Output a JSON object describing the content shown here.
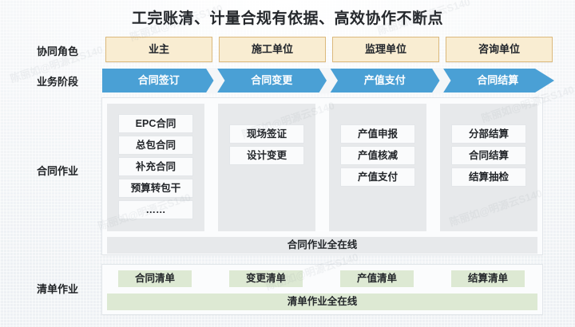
{
  "title": "工完账清、计量合规有依据、高效协作不断点",
  "row_labels": {
    "role": "协同角色",
    "stage": "业务阶段",
    "contract": "合同作业",
    "list": "清单作业"
  },
  "colors": {
    "stage_blue": "#4aa0d5",
    "role_fill": "#f9edd2",
    "role_border": "#dcb97c",
    "column_gray": "#e7e9eb",
    "list_green": "#dde9d3",
    "background": "#f3f5f7"
  },
  "roles": [
    {
      "label": "业主"
    },
    {
      "label": "施工单位"
    },
    {
      "label": "监理单位"
    },
    {
      "label": "咨询单位"
    }
  ],
  "stages": [
    {
      "label": "合同签订"
    },
    {
      "label": "合同变更"
    },
    {
      "label": "产值支付"
    },
    {
      "label": "合同结算"
    }
  ],
  "contract_section": {
    "columns": [
      {
        "items": [
          {
            "label": "EPC合同"
          },
          {
            "label": "总包合同"
          },
          {
            "label": "补充合同"
          },
          {
            "label": "预算转包干"
          },
          {
            "label": "……"
          }
        ]
      },
      {
        "items": [
          {
            "label": "现场签证"
          },
          {
            "label": "设计变更"
          }
        ]
      },
      {
        "items": [
          {
            "label": "产值申报"
          },
          {
            "label": "产值核减"
          },
          {
            "label": "产值支付"
          }
        ]
      },
      {
        "items": [
          {
            "label": "分部结算"
          },
          {
            "label": "合同结算"
          },
          {
            "label": "结算抽检"
          }
        ]
      }
    ],
    "summary": "合同作业全在线"
  },
  "list_section": {
    "items": [
      {
        "label": "合同清单"
      },
      {
        "label": "变更清单"
      },
      {
        "label": "产值清单"
      },
      {
        "label": "结算清单"
      }
    ],
    "summary": "清单作业全在线"
  },
  "watermarks": [
    {
      "text": "陈丽如@明源云S140"
    },
    {
      "text": "陈丽如@明源云S140"
    },
    {
      "text": "陈丽如@明源云S140"
    },
    {
      "text": "陈丽如@明源云S140"
    },
    {
      "text": "陈丽如@明源云S140"
    },
    {
      "text": "陈丽如@明源云S140"
    },
    {
      "text": "陈丽如@明源云S140"
    },
    {
      "text": "陈丽如@明源云S140"
    }
  ]
}
